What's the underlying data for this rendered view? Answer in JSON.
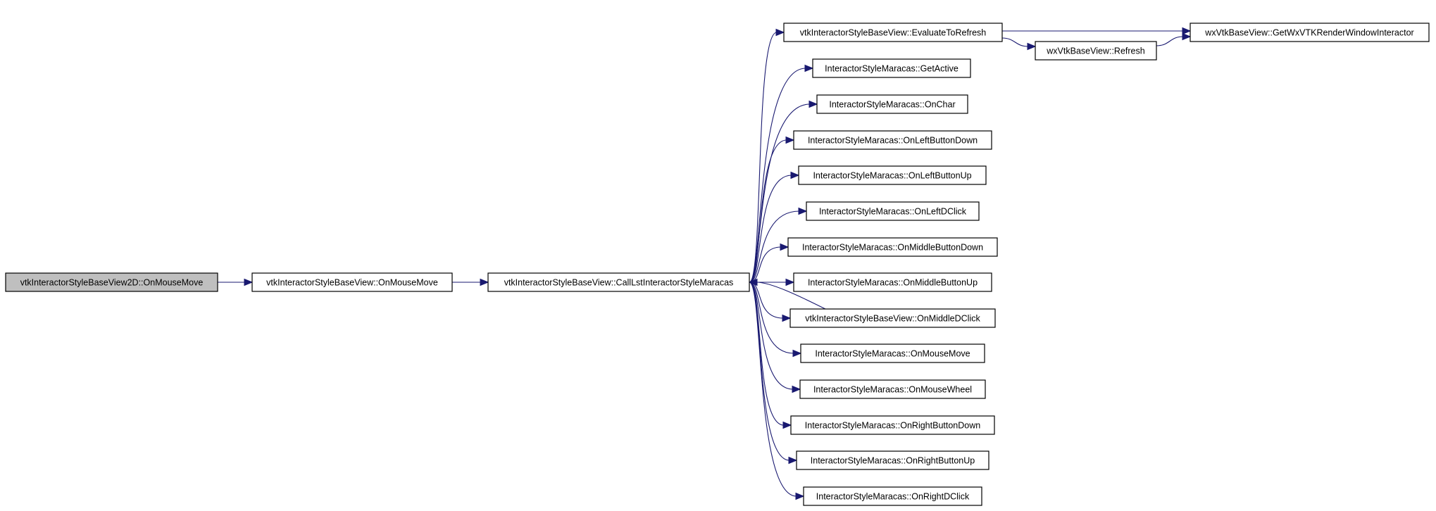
{
  "diagram": {
    "colors": {
      "edge": "#191970",
      "node_fill": "#ffffff",
      "root_fill": "#bfbfbf",
      "border": "#000000"
    },
    "nodes": [
      {
        "id": "root",
        "label": "vtkInteractorStyleBaseView2D::OnMouseMove",
        "highlighted": true
      },
      {
        "id": "onmousemove",
        "label": "vtkInteractorStyleBaseView::OnMouseMove"
      },
      {
        "id": "calllst",
        "label": "vtkInteractorStyleBaseView::CallLstInteractorStyleMaracas"
      },
      {
        "id": "evaluate",
        "label": "vtkInteractorStyleBaseView::EvaluateToRefresh"
      },
      {
        "id": "getwx",
        "label": "wxVtkBaseView::GetWxVTKRenderWindowInteractor"
      },
      {
        "id": "refresh",
        "label": "wxVtkBaseView::Refresh"
      },
      {
        "id": "getactive",
        "label": "InteractorStyleMaracas::GetActive"
      },
      {
        "id": "onchar",
        "label": "InteractorStyleMaracas::OnChar"
      },
      {
        "id": "onleftdown",
        "label": "InteractorStyleMaracas::OnLeftButtonDown"
      },
      {
        "id": "onleftup",
        "label": "InteractorStyleMaracas::OnLeftButtonUp"
      },
      {
        "id": "onleftdclick",
        "label": "InteractorStyleMaracas::OnLeftDClick"
      },
      {
        "id": "onmiddledown",
        "label": "InteractorStyleMaracas::OnMiddleButtonDown"
      },
      {
        "id": "onmiddleup",
        "label": "InteractorStyleMaracas::OnMiddleButtonUp"
      },
      {
        "id": "onmiddledclick",
        "label": "vtkInteractorStyleBaseView::OnMiddleDClick"
      },
      {
        "id": "onmousemove2",
        "label": "InteractorStyleMaracas::OnMouseMove"
      },
      {
        "id": "onmousewheel",
        "label": "InteractorStyleMaracas::OnMouseWheel"
      },
      {
        "id": "onrightdown",
        "label": "InteractorStyleMaracas::OnRightButtonDown"
      },
      {
        "id": "onrightup",
        "label": "InteractorStyleMaracas::OnRightButtonUp"
      },
      {
        "id": "onrightdclick",
        "label": "InteractorStyleMaracas::OnRightDClick"
      }
    ],
    "edges": [
      {
        "from": "root",
        "to": "onmousemove"
      },
      {
        "from": "onmousemove",
        "to": "calllst"
      },
      {
        "from": "calllst",
        "to": "evaluate"
      },
      {
        "from": "calllst",
        "to": "getactive"
      },
      {
        "from": "calllst",
        "to": "onchar"
      },
      {
        "from": "calllst",
        "to": "onleftdown"
      },
      {
        "from": "calllst",
        "to": "onleftup"
      },
      {
        "from": "calllst",
        "to": "onleftdclick"
      },
      {
        "from": "calllst",
        "to": "onmiddledown"
      },
      {
        "from": "calllst",
        "to": "onmiddleup"
      },
      {
        "from": "calllst",
        "to": "onmiddledclick"
      },
      {
        "from": "calllst",
        "to": "onmousemove2"
      },
      {
        "from": "calllst",
        "to": "onmousewheel"
      },
      {
        "from": "calllst",
        "to": "onrightdown"
      },
      {
        "from": "calllst",
        "to": "onrightup"
      },
      {
        "from": "calllst",
        "to": "onrightdclick"
      },
      {
        "from": "evaluate",
        "to": "getwx"
      },
      {
        "from": "evaluate",
        "to": "refresh"
      },
      {
        "from": "refresh",
        "to": "getwx"
      },
      {
        "from": "onmiddledclick",
        "to": "calllst"
      }
    ]
  }
}
